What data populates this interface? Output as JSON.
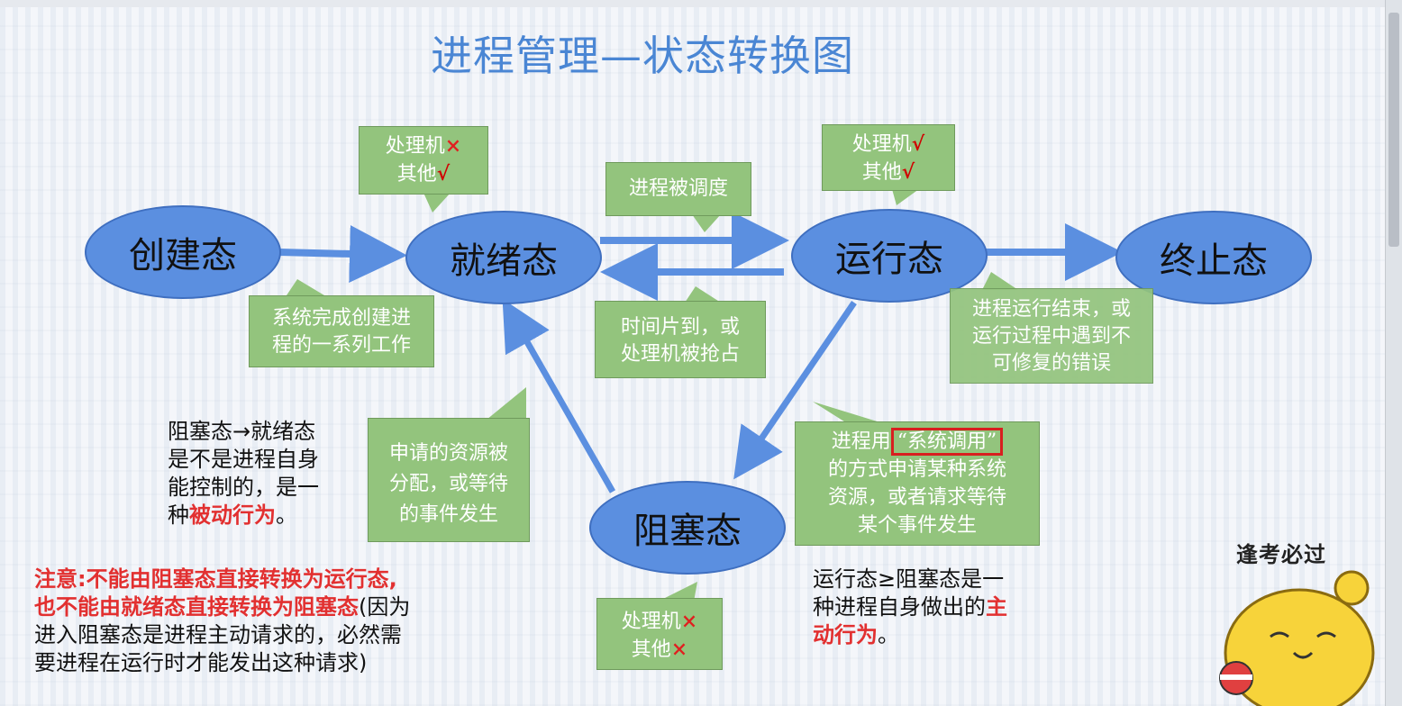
{
  "title": "进程管理—状态转换图",
  "states": {
    "create": "创建态",
    "ready": "就绪态",
    "running": "运行态",
    "terminated": "终止态",
    "blocked": "阻塞态"
  },
  "callouts": {
    "ready_resources": {
      "line1": "处理机",
      "mark1": "×",
      "line2": "其他",
      "mark2": "√"
    },
    "running_resources": {
      "line1": "处理机",
      "mark1": "√",
      "line2": "其他",
      "mark2": "√"
    },
    "blocked_resources": {
      "line1": "处理机",
      "mark1": "×",
      "line2": "其他",
      "mark2": "×"
    },
    "dispatch": "进程被调度",
    "create_done": {
      "line1": "系统完成创建进",
      "line2": "程的一系列工作"
    },
    "timeslice": {
      "line1": "时间片到，或",
      "line2": "处理机被抢占"
    },
    "terminate_reason": {
      "line1": "进程运行结束，或",
      "line2": "运行过程中遇到不",
      "line3": "可修复的错误"
    },
    "resource_allocated": {
      "line1": "申请的资源被",
      "line2": "分配，或等待",
      "line3": "的事件发生"
    },
    "syscall": {
      "prefix": "进程用",
      "highlight": "“系统调用”",
      "line2": "的方式申请某种系统",
      "line3": "资源，或者请求等待",
      "line4": "某个事件发生"
    }
  },
  "notes": {
    "passive": {
      "line1": "阻塞态→就绪态",
      "line2": "是不是进程自身",
      "line3": "能控制的，是一",
      "line4_prefix": "种",
      "line4_red": "被动行为",
      "line4_suffix": "。"
    },
    "active": {
      "line1": "运行态≥阻塞态是一",
      "line2_prefix": "种进程自身做出的",
      "line2_red": "主",
      "line3_red": "动行为",
      "line3_suffix": "。"
    },
    "warning": {
      "line1_red": "注意:不能由阻塞态直接转换为运行态,",
      "line2_red": "也不能由就绪态直接转换为阻塞态",
      "line2_suffix": "(因为",
      "line3": "进入阻塞态是进程主动请求的，必然需",
      "line4": "要进程在运行时才能发出这种请求)"
    }
  },
  "brand": "逢考必过",
  "colors": {
    "state_fill": "#5b8fe0",
    "arrow": "#5b8fe0",
    "callout_fill": "#93c47d",
    "title": "#4a86d4",
    "emphasis": "#e23030"
  }
}
